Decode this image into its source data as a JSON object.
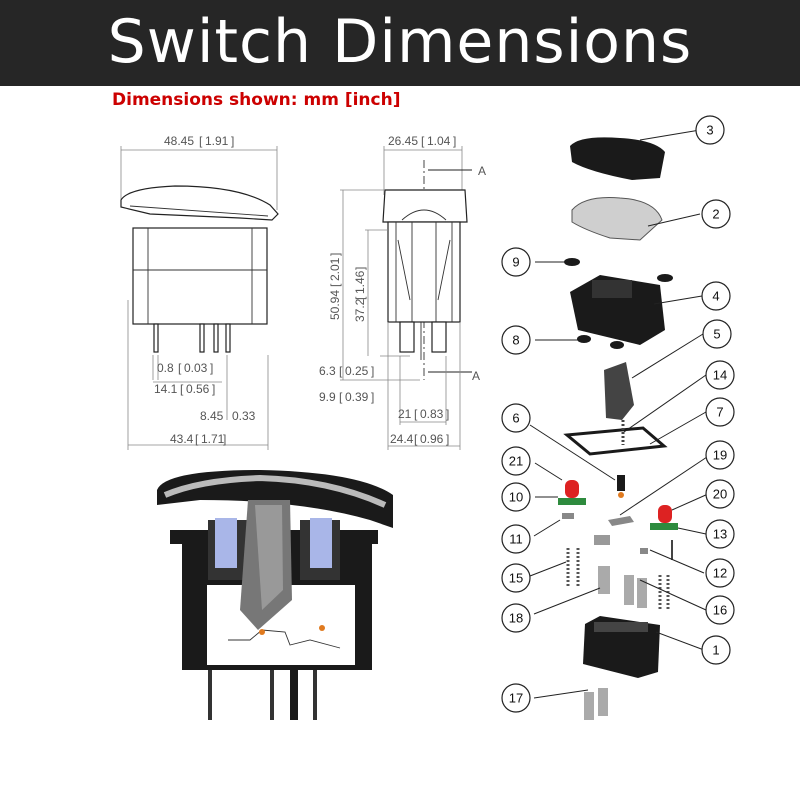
{
  "header": {
    "title": "Switch Dimensions",
    "bg": "#262626"
  },
  "subtitle": {
    "text": "Dimensions shown: mm [inch]",
    "color": "#cc0000"
  },
  "dimensions": {
    "top_width": "48.45",
    "top_width_in": "1.91",
    "side_width": "26.45",
    "side_width_in": "1.04",
    "height_total": "50.94",
    "height_total_in": "2.01",
    "height_body": "37.2",
    "height_body_in": "1.46",
    "pin_w": "0.8",
    "pin_w_in": "0.03",
    "pin_span": "14.1",
    "pin_span_in": "0.56",
    "pin_gap": "8.45",
    "pin_gap_in": "0.33",
    "base_width": "43.4",
    "base_width_in": "1.71",
    "pin_len": "6.3",
    "pin_len_in": "0.25",
    "pin_len2": "9.9",
    "pin_len2_in": "0.39",
    "side_pin": "21",
    "side_pin_in": "0.83",
    "side_base": "24.4",
    "side_base_in": "0.96",
    "section_mark_top": "A",
    "section_mark_bottom": "A"
  },
  "callouts": [
    "1",
    "2",
    "3",
    "4",
    "5",
    "6",
    "7",
    "8",
    "9",
    "10",
    "11",
    "12",
    "13",
    "14",
    "15",
    "16",
    "17",
    "18",
    "19",
    "20",
    "21"
  ],
  "colors": {
    "red_led": "#dd2222",
    "green_pcb": "#2e8b3e",
    "body_dark": "#1a1a1a",
    "section_blue": "#a9b6e8"
  }
}
